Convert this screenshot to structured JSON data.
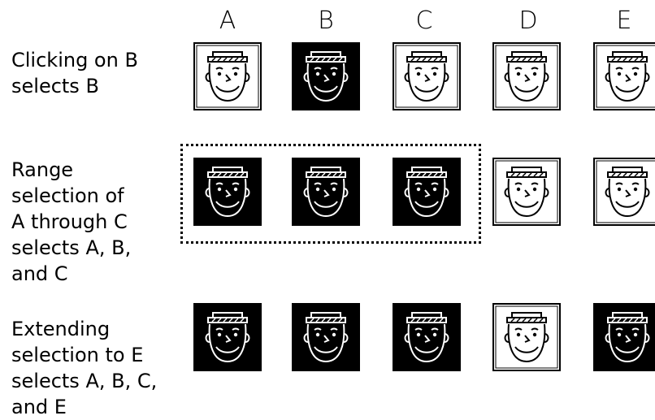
{
  "columns": [
    "A",
    "B",
    "C",
    "D",
    "E"
  ],
  "rows": [
    {
      "description": "Clicking on B\nselects B",
      "selected": [
        false,
        true,
        false,
        false,
        false
      ]
    },
    {
      "description": "Range\nselection of\nA through C\nselects A, B,\nand C",
      "selected": [
        true,
        true,
        true,
        false,
        false
      ]
    },
    {
      "description": "Extending\nselection to E\nselects A, B, C,\nand E",
      "selected": [
        true,
        true,
        true,
        false,
        true
      ]
    }
  ],
  "colors": {
    "foreground": "#000000",
    "background": "#ffffff"
  },
  "icon_name": "face-with-hat-icon"
}
